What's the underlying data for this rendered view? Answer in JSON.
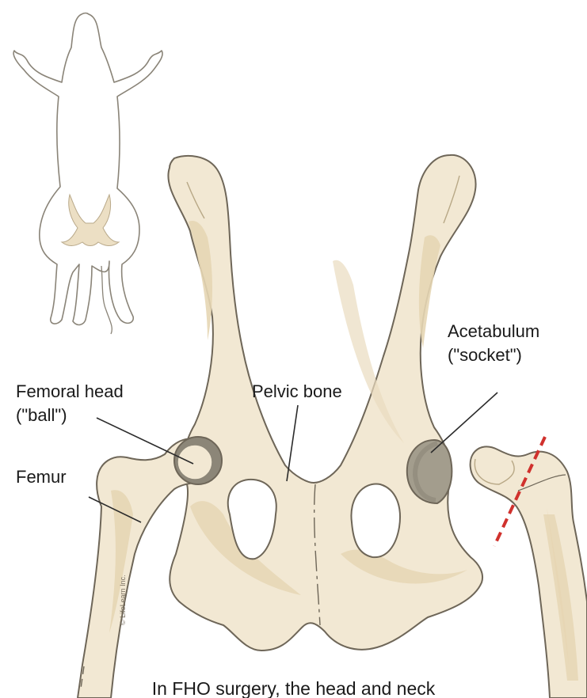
{
  "labels": {
    "femoral_head_line1": "Femoral head",
    "femoral_head_line2": "(\"ball\")",
    "pelvic_bone": "Pelvic bone",
    "acetabulum_line1": "Acetabulum",
    "acetabulum_line2": "(\"socket\")",
    "femur": "Femur"
  },
  "caption": "In FHO surgery, the head and neck",
  "credit": "© LifeLearn Inc.",
  "colors": {
    "bone_fill": "#f2e8d3",
    "bone_shade": "#e6d6b4",
    "bone_outline": "#6e6658",
    "cartilage": "#8c8678",
    "socket": "#a39d8d",
    "cut_line": "#d0312d",
    "leader_line": "#2b2b2b"
  },
  "icons": {
    "dog_outline": "dog-silhouette-icon",
    "cut_marker": "dashed-cut-line"
  }
}
